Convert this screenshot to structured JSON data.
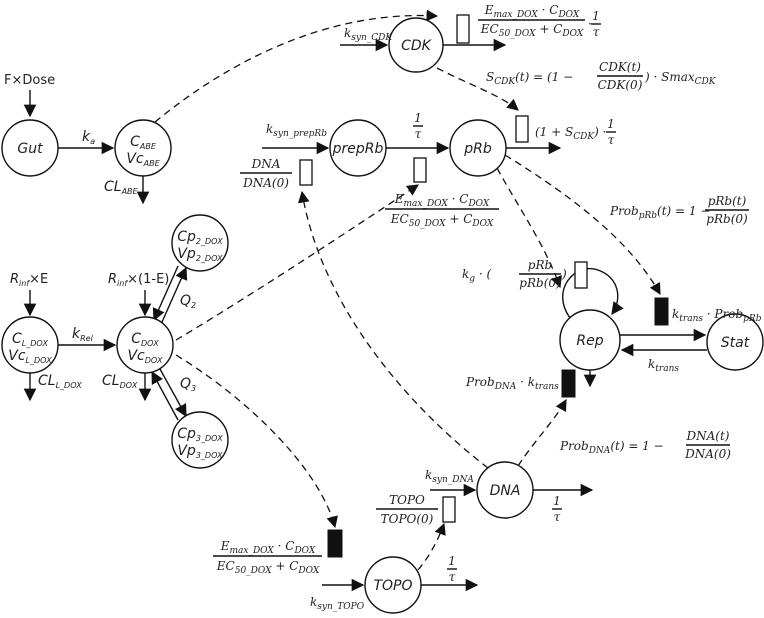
{
  "nodes": {
    "gut": "Gut",
    "c_abe": {
      "c": "C",
      "c_sub": "ABE",
      "v": "Vc",
      "v_sub": "ABE"
    },
    "c_l_dox": {
      "c": "C",
      "c_sub": "L_DOX",
      "v": "Vc",
      "v_sub": "L_DOX"
    },
    "c_dox": {
      "c": "C",
      "c_sub": "DOX",
      "v": "Vc",
      "v_sub": "DOX"
    },
    "cp2": {
      "c": "Cp",
      "c_sub": "2_DOX",
      "v": "Vp",
      "v_sub": "2_DOX"
    },
    "cp3": {
      "c": "Cp",
      "c_sub": "3_DOX",
      "v": "Vp",
      "v_sub": "3_DOX"
    },
    "cdk": "CDK",
    "prep_rb": "prepRb",
    "prb": "pRb",
    "dna": "DNA",
    "topo": "TOPO",
    "rep": "Rep",
    "stat": "Stat"
  },
  "labels": {
    "f_dose": "F×Dose",
    "ka": {
      "k": "k",
      "sub": "a"
    },
    "cl_abe": {
      "k": "CL",
      "sub": "ABE"
    },
    "r_inf_e": {
      "k": "R",
      "sub": "inf",
      "rest": "×E"
    },
    "r_inf_1e": {
      "k": "R",
      "sub": "inf",
      "rest": "×(1-E)"
    },
    "k_rel": {
      "k": "k",
      "sub": "Rel"
    },
    "cl_l_dox": {
      "k": "CL",
      "sub": "L_DOX"
    },
    "cl_dox": {
      "k": "CL",
      "sub": "DOX"
    },
    "q2": {
      "k": "Q",
      "sub": "2"
    },
    "q3": {
      "k": "Q",
      "sub": "3"
    },
    "k_syn_cdk": {
      "k": "k",
      "sub": "syn_CDK"
    },
    "k_syn_prep_rb": {
      "k": "k",
      "sub": "syn_prepRb"
    },
    "k_syn_dna": {
      "k": "k",
      "sub": "syn_DNA"
    },
    "k_syn_topo": {
      "k": "k",
      "sub": "syn_TOPO"
    },
    "k_trans": {
      "k": "k",
      "sub": "trans"
    },
    "one_over_tau": {
      "num": "1",
      "den": "τ"
    }
  },
  "formulas": {
    "emax": {
      "e": "E",
      "e_sub": "max_DOX",
      "dot": " · ",
      "c": "C",
      "c_sub": "DOX",
      "ec": "EC",
      "ec_sub": "50_DOX",
      "plus": " + "
    },
    "dna_ratio": {
      "num": "DNA",
      "den": "DNA(0)"
    },
    "topo_ratio": {
      "num": "TOPO",
      "den": "TOPO(0)"
    },
    "s_cdk": {
      "lhs": "S",
      "lhs_sub": "CDK",
      "lhs_rest": "(t) = ",
      "open": "(1 −",
      "num": "CDK(t)",
      "den": "CDK(0)",
      "close": ") · Smax",
      "close_sub": "CDK"
    },
    "prb_factor": {
      "text": "(1 + S",
      "sub": "CDK",
      "rest": ") ·"
    },
    "prob_prb": {
      "lhs": "Prob",
      "lhs_sub": "pRb",
      "lhs_rest": "(t) =  1 −",
      "num": "pRb(t)",
      "den": "pRb(0)"
    },
    "prob_dna": {
      "lhs": "Prob",
      "lhs_sub": "DNA",
      "lhs_rest": "(t) = 1 −",
      "num": "DNA(t)",
      "den": "DNA(0)"
    },
    "kg": {
      "k": "k",
      "sub": "g",
      "rest": " · (",
      "num": "pRb",
      "den": "pRb(0)",
      "close": ")"
    },
    "ktrans_prob_prb": {
      "k": "k",
      "sub": "trans",
      "rest": " · Prob",
      "sub2": "pRb"
    },
    "prob_dna_ktrans": {
      "k": "Prob",
      "sub": "DNA",
      "rest": " · k",
      "sub2": "trans"
    }
  }
}
